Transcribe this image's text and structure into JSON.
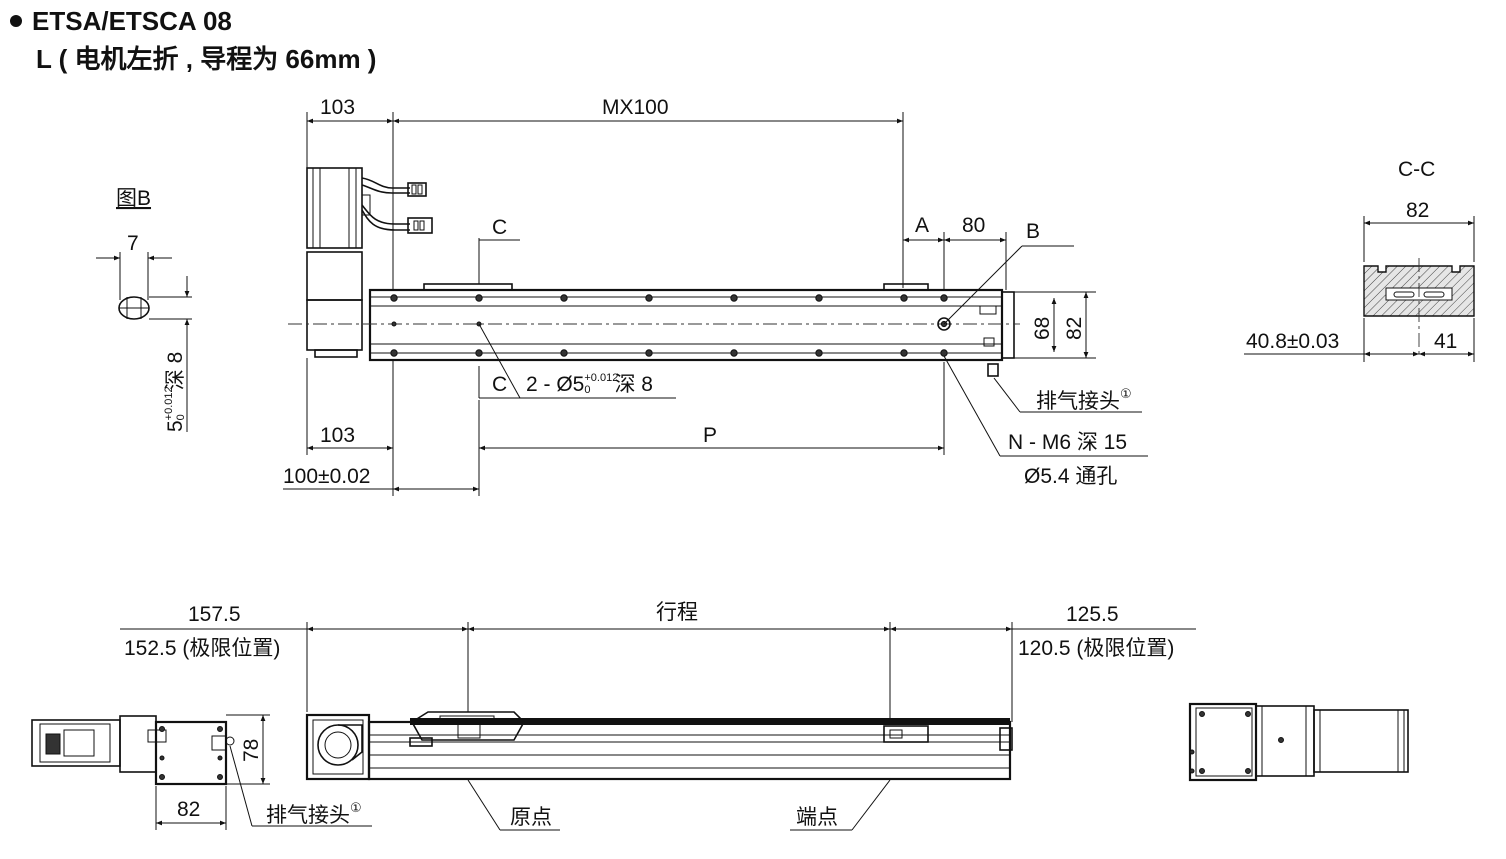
{
  "title": {
    "line1": "ETSA/ETSCA 08",
    "line2": "L ( 电机左折 , 导程为 66mm )"
  },
  "top_view": {
    "dim_motor_len_top": "103",
    "dim_mx": "MX100",
    "dim_a": "A",
    "dim_80": "80",
    "label_b": "B",
    "label_c_top": "C",
    "label_c_bottom": "C",
    "dim_68": "68",
    "dim_82_side": "82",
    "pin_hole": "2 - Ø5",
    "pin_hole_tol_upper": "+0.012",
    "pin_hole_tol_lower": "0",
    "pin_hole_depth": "深 8",
    "air_fitting": "排气接头",
    "circled_one": "①",
    "thread_holes": "N - M6 深 15",
    "through_holes": "Ø5.4 通孔",
    "dim_motor_len_bottom": "103",
    "dim_p": "P",
    "dim_100": "100±0.02"
  },
  "detail_b": {
    "title": "图B",
    "dim_7": "7",
    "dim_hole": "5",
    "dim_hole_tol_upper": "+0.012",
    "dim_hole_tol_lower": "0",
    "dim_hole_depth": "深 8"
  },
  "section_cc": {
    "title": "C-C",
    "dim_82": "82",
    "dim_40_8": "40.8±0.03",
    "dim_41": "41"
  },
  "side_view": {
    "dim_left_1": "157.5",
    "dim_left_2": "152.5 (极限位置)",
    "stroke": "行程",
    "dim_right_1": "125.5",
    "dim_right_2": "120.5 (极限位置)",
    "origin": "原点",
    "end_point": "端点"
  },
  "end_view_left": {
    "dim_78": "78",
    "dim_82": "82",
    "air_fitting": "排气接头",
    "circled_one": "①"
  }
}
